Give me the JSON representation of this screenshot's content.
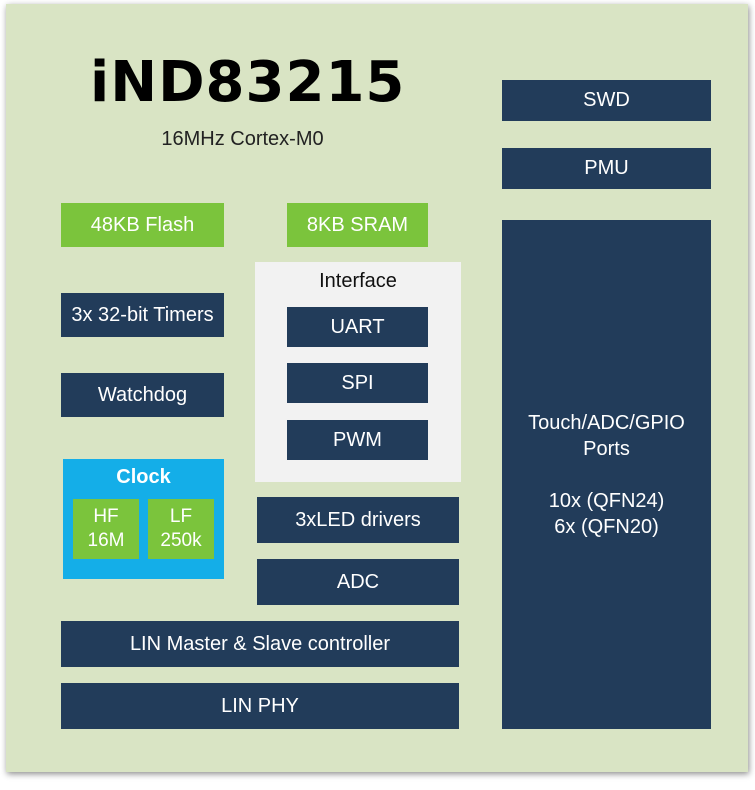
{
  "title": "iND83215",
  "subtitle": "16MHz Cortex-M0",
  "blocks": {
    "flash": "48KB Flash",
    "sram": "8KB SRAM",
    "timers": "3x 32-bit Timers",
    "watchdog": "Watchdog",
    "led": "3xLED drivers",
    "adc": "ADC",
    "lin_ctrl": "LIN Master & Slave controller",
    "lin_phy": "LIN PHY",
    "swd": "SWD",
    "pmu": "PMU"
  },
  "interface": {
    "title": "Interface",
    "uart": "UART",
    "spi": "SPI",
    "pwm": "PWM"
  },
  "clock": {
    "title": "Clock",
    "hf_line1": "HF",
    "hf_line2": "16M",
    "lf_line1": "LF",
    "lf_line2": "250k"
  },
  "ports": {
    "line1": "Touch/ADC/GPIO",
    "line2": "Ports",
    "line3": "10x (QFN24)",
    "line4": "6x (QFN20)"
  },
  "colors": {
    "background": "#d9e4c4",
    "navy": "#223c5a",
    "green": "#7bc43c",
    "clock_blue": "#14aee8",
    "interface_gray": "#f2f2f2"
  }
}
